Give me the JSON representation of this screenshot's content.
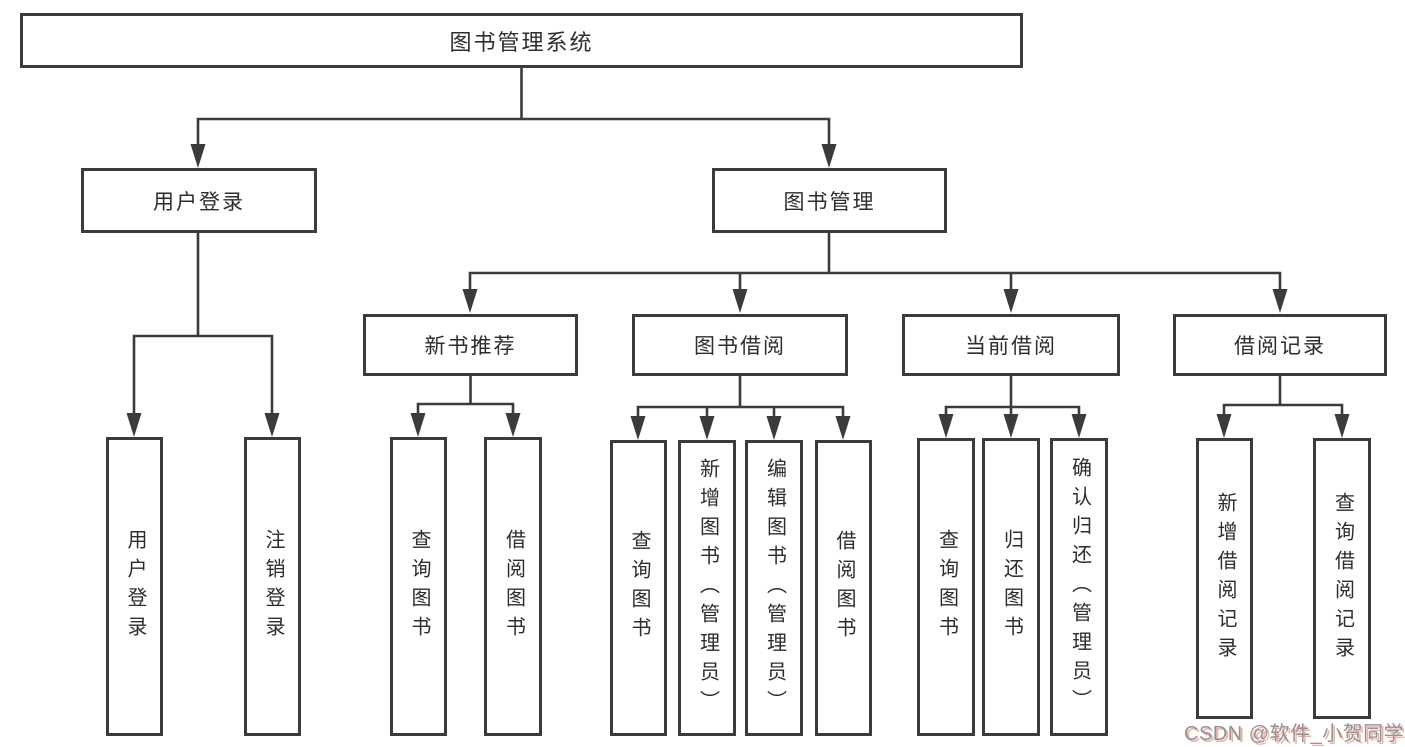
{
  "colors": {
    "line": "#3b3b3b",
    "box_fill": "#ffffff",
    "text": "#2d2d2d",
    "background": "#ffffff",
    "watermark_text": "#90939a",
    "watermark_shadow": "rgba(233,96,70,0.5)"
  },
  "root": {
    "label": "图书管理系统"
  },
  "branches": [
    {
      "label": "用户登录",
      "children": [
        {
          "label": "用户登录"
        },
        {
          "label": "注销登录"
        }
      ]
    },
    {
      "label": "图书管理",
      "children": [
        {
          "label": "新书推荐",
          "children": [
            {
              "label": "查询图书"
            },
            {
              "label": "借阅图书"
            }
          ]
        },
        {
          "label": "图书借阅",
          "children": [
            {
              "label": "查询图书"
            },
            {
              "label": "新增图书（管理员）"
            },
            {
              "label": "编辑图书（管理员）"
            },
            {
              "label": "借阅图书"
            }
          ]
        },
        {
          "label": "当前借阅",
          "children": [
            {
              "label": "查询图书"
            },
            {
              "label": "归还图书"
            },
            {
              "label": "确认归还（管理员）"
            }
          ]
        },
        {
          "label": "借阅记录",
          "children": [
            {
              "label": "新增借阅记录"
            },
            {
              "label": "查询借阅记录"
            }
          ]
        }
      ]
    }
  ],
  "watermark": {
    "text": "CSDN @软件_小贺同学"
  }
}
